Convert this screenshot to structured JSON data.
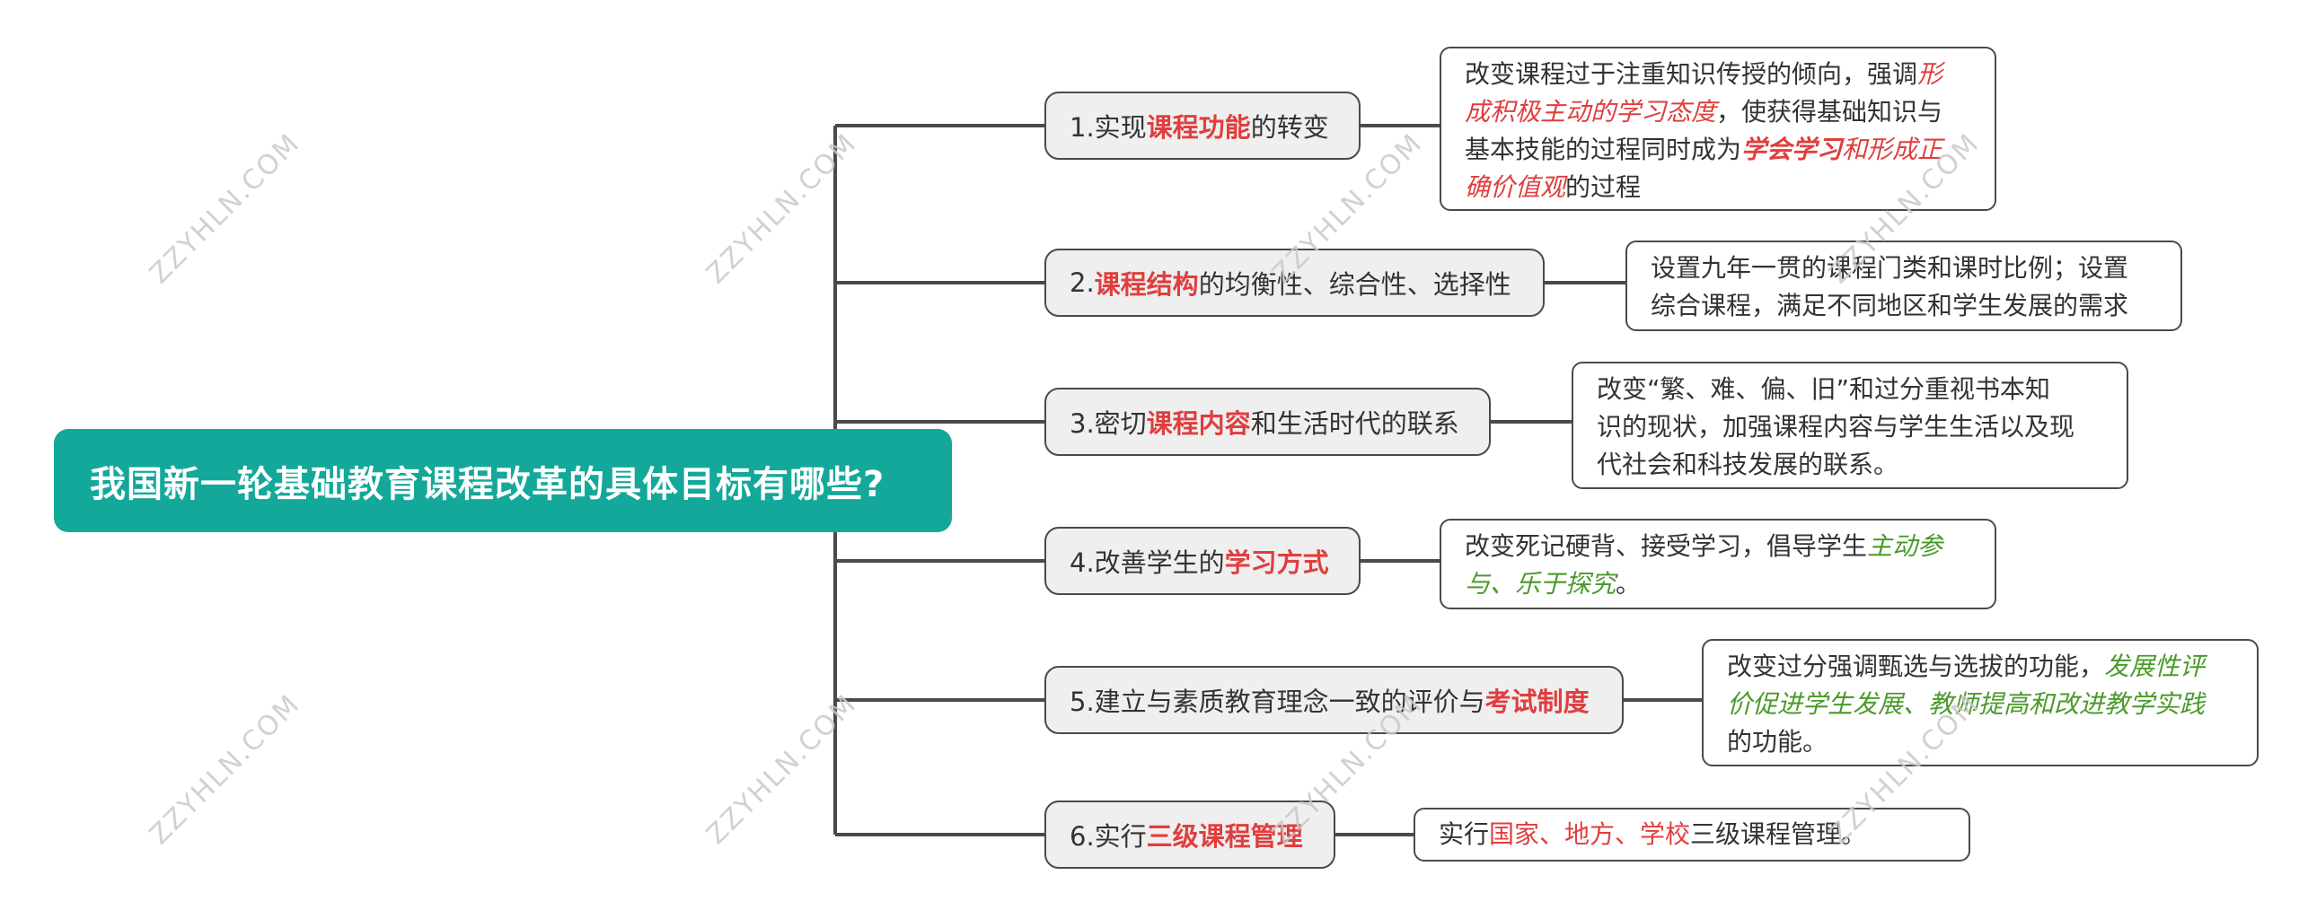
{
  "root": {
    "title": "我国新一轮基础教育课程改革的具体目标有哪些?"
  },
  "branches": [
    {
      "prefix": "1.实现",
      "highlight": "课程功能",
      "suffix": "的转变"
    },
    {
      "prefix": "2.",
      "highlight": "课程结构",
      "suffix": "的均衡性、综合性、选择性"
    },
    {
      "prefix": "3.密切",
      "highlight": "课程内容",
      "suffix": "和生活时代的联系"
    },
    {
      "prefix": "4.改善学生的",
      "highlight": "学习方式",
      "suffix": ""
    },
    {
      "prefix": "5.建立与素质教育理念一致的评价与",
      "highlight": "考试制度",
      "suffix": ""
    },
    {
      "prefix": "6.实行",
      "highlight": "三级课程管理",
      "suffix": ""
    }
  ],
  "descriptions": {
    "d1": {
      "l1a": "改变课程过于注重知识传授的倾向，强调",
      "l1b": "形",
      "l2a": "成积极主动的学习态度",
      "l2b": "，使获得基础知识与",
      "l3a": "基本技能的过程同时成为",
      "l3b": "学会学习",
      "l3c": "和形成正",
      "l4a": "确价值观",
      "l4b": "的过程"
    },
    "d2": {
      "l1": "设置九年一贯的课程门类和课时比例；设置",
      "l2": "综合课程，满足不同地区和学生发展的需求"
    },
    "d3": {
      "l1": "改变“繁、难、偏、旧”和过分重视书本知",
      "l2": "识的现状，加强课程内容与学生生活以及现",
      "l3": "代社会和科技发展的联系。"
    },
    "d4": {
      "l1a": "改变死记硬背、接受学习，倡导学生",
      "l1b": "主动参",
      "l2a": "与、乐于探究",
      "l2b": "。"
    },
    "d5": {
      "l1a": "改变过分强调甄选与选拔的功能，",
      "l1b": "发展性评",
      "l2": "价促进学生发展、教师提高和改进教学实践",
      "l3": "的功能。"
    },
    "d6": {
      "a": "实行",
      "b": "国家、地方、学校",
      "c": "三级课程管理。"
    }
  },
  "watermark": "ZZYHLN.COM",
  "colors": {
    "root_bg": "#13a89a",
    "highlight": "#e03e3e",
    "green": "#4a9a2a",
    "line": "#4a4a4a"
  }
}
